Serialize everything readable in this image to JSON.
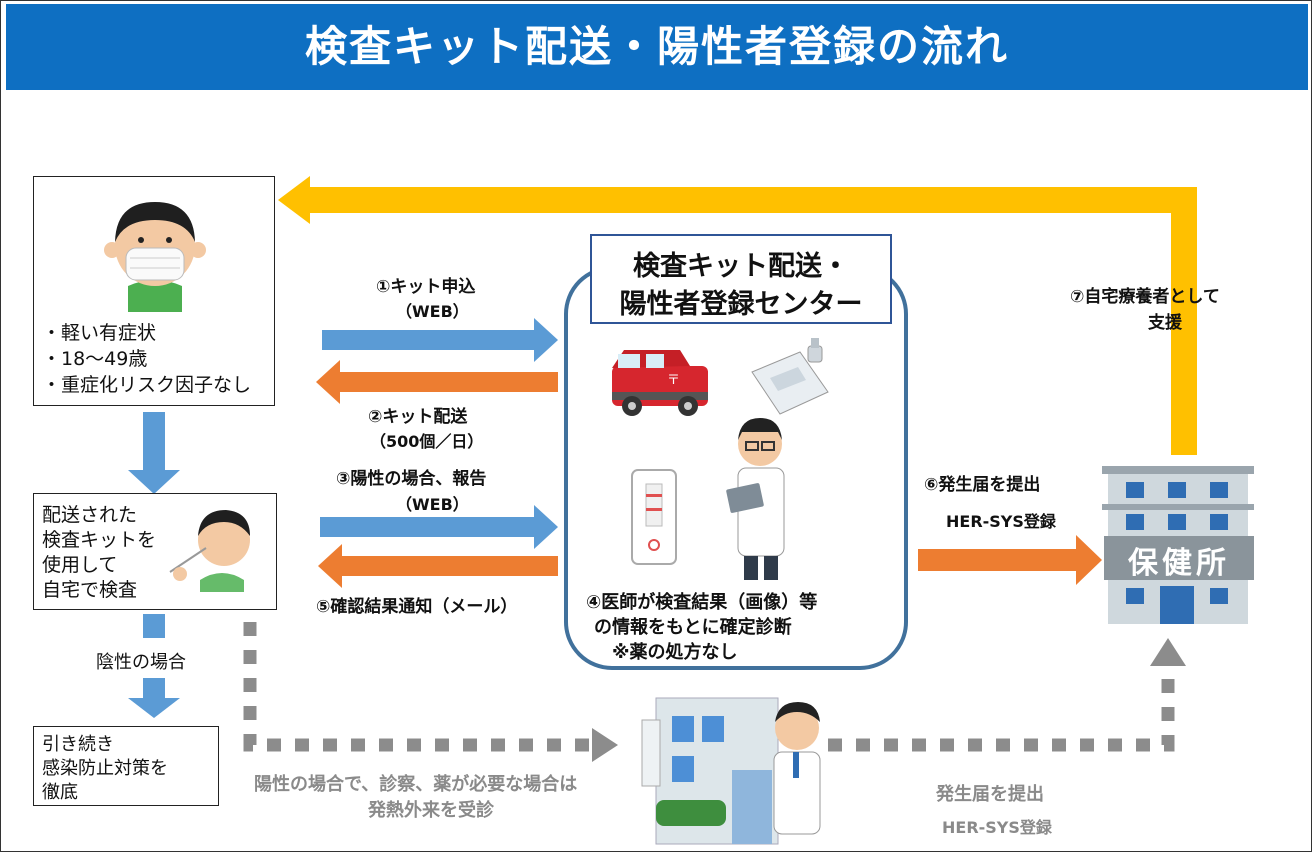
{
  "title": "検査キット配送・陽性者登録の流れ",
  "patient": {
    "conditions": [
      "・軽い有症状",
      "・18～49歳",
      "・重症化リスク因子なし"
    ]
  },
  "home_test": {
    "lines": [
      "配送された",
      "検査キットを",
      "使用して",
      "自宅で検査"
    ]
  },
  "negative_label": "陰性の場合",
  "continue_box": {
    "lines": [
      "引き続き",
      "感染防止対策を",
      "徹底"
    ]
  },
  "center": {
    "title_line1": "検査キット配送・",
    "title_line2": "陽性者登録センター"
  },
  "steps": {
    "step1_line1": "①キット申込",
    "step1_line2": "（WEB）",
    "step2_line1": "②キット配送",
    "step2_line2": "（500個／日）",
    "step3_line1": "③陽性の場合、報告",
    "step3_line2": "（WEB）",
    "step4_line1": "④医師が検査結果（画像）等",
    "step4_line2": "の情報をもとに確定診断",
    "step4_line3": "※薬の処方なし",
    "step5": "⑤確認結果通知（メール）",
    "step6_line1": "⑥発生届を提出",
    "step6_line2": "HER-SYS登録",
    "step7_line1": "⑦自宅療養者として",
    "step7_line2": "支援"
  },
  "clinic_note": {
    "line1": "陽性の場合で、診察、薬が必要な場合は",
    "line2": "発熱外来を受診"
  },
  "clinic_report": {
    "line1": "発生届を提出",
    "line2": "HER-SYS登録"
  },
  "health_center_sign": "保健所",
  "colors": {
    "header": "#0e6fc2",
    "blue_arrow": "#5b9bd5",
    "orange_arrow": "#ed7d31",
    "yellow_arrow": "#ffc000",
    "gray_dotted": "#8c8c8c"
  }
}
